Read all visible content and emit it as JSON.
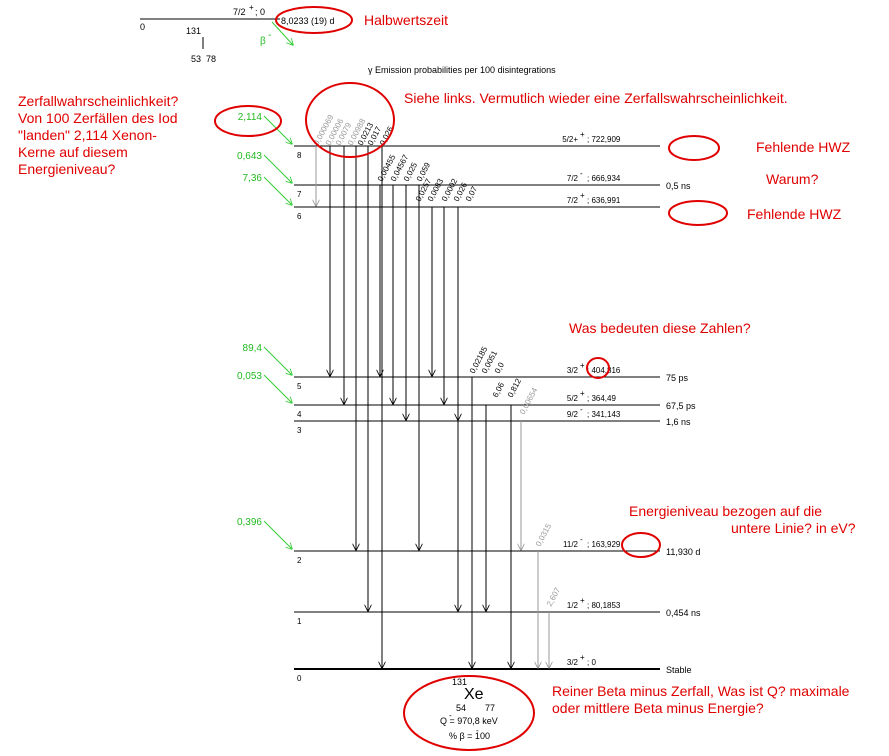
{
  "parent": {
    "spin": "7/2",
    "spin_parity": "+",
    "energy": "; 0",
    "halflife": "8,0233 (19) d",
    "level_index": "0",
    "mass_number": "131",
    "Z": "53",
    "N": "78",
    "decay_mode": "β",
    "decay_sign": "-"
  },
  "emission_title": "γ  Emission probabilities per 100 disintegrations",
  "levels": [
    {
      "index": "8",
      "spin": "5/2+",
      "parity": "+",
      "energy": "; 722,909",
      "halflife": "",
      "feeding": "2,114"
    },
    {
      "index": "7",
      "spin": "7/2",
      "parity": "-",
      "energy": "; 666,934",
      "halflife": "0,5 ns",
      "feeding": "0,643"
    },
    {
      "index": "6",
      "spin": "7/2",
      "parity": "+",
      "energy": "; 636,991",
      "halflife": "",
      "feeding": "7,36"
    },
    {
      "index": "5",
      "spin": "3/2",
      "parity": "+",
      "energy": "; 404,816",
      "halflife": "75 ps",
      "feeding": "89,4"
    },
    {
      "index": "4",
      "spin": "5/2",
      "parity": "+",
      "energy": "; 364,49",
      "halflife": "67,5 ps",
      "feeding": "0,053"
    },
    {
      "index": "3",
      "spin": "9/2",
      "parity": "-",
      "energy": "; 341,143",
      "halflife": "1,6 ns",
      "feeding": ""
    },
    {
      "index": "2",
      "spin": "11/2",
      "parity": "-",
      "energy": "; 163,929",
      "halflife": "11,930 d",
      "feeding": "0,396"
    },
    {
      "index": "1",
      "spin": "1/2",
      "parity": "+",
      "energy": "; 80,1853",
      "halflife": "0,454 ns",
      "feeding": ""
    },
    {
      "index": "0",
      "spin": "3/2",
      "parity": "+",
      "energy": "; 0",
      "halflife": "Stable",
      "feeding": ""
    }
  ],
  "gamma_labels": {
    "g8": [
      "0,000069",
      "0,00006",
      "0,0079",
      "0,00988",
      "0,0213",
      "0,017",
      "0,026"
    ],
    "g7": [
      "0,00455",
      "0,04567",
      "0,025",
      "0,059"
    ],
    "g6": [
      "0,0257",
      "0,0083",
      "0,0002",
      "0,026",
      "0,07"
    ],
    "g5": [
      "0,02185",
      "0,0051",
      "0,0"
    ],
    "g4": [
      "6,06",
      "0,812"
    ],
    "g3": [
      "0,00654"
    ],
    "g2": [
      "0,0315"
    ],
    "g1": [
      "2,607"
    ]
  },
  "daughter": {
    "mass_number": "131",
    "symbol": "Xe",
    "Z": "54",
    "N": "77",
    "q_line": "Q  = 970,8 keV",
    "q_sign": "-",
    "beta_line": "% β  = 100",
    "beta_sign": "-"
  },
  "annotations": {
    "halbwertszeit": "Halbwertszeit",
    "zerfall": [
      "Zerfallwahrscheinlichkeit?",
      "Von 100 Zerfällen des Iod",
      "\"landen\" 2,114 Xenon-",
      "Kerne auf diesem",
      "Energieniveau?"
    ],
    "siehe_links": "Siehe links. Vermutlich wieder eine Zerfallswahrscheinlichkeit.",
    "fehlende_1": "Fehlende HWZ",
    "warum": "Warum?",
    "fehlende_2": "Fehlende HWZ",
    "was_bedeuten": "Was bedeuten diese Zahlen?",
    "energieniveau": [
      "Energieniveau bezogen auf die",
      "untere Linie? in eV?"
    ],
    "beta": [
      "Reiner Beta minus Zerfall, Was ist Q? maximale",
      "oder mittlere Beta minus Energie?"
    ]
  },
  "colors": {
    "annotation": "#e00000",
    "feeding": "#22bb22",
    "line": "#000000",
    "weak_gamma": "#999999"
  }
}
